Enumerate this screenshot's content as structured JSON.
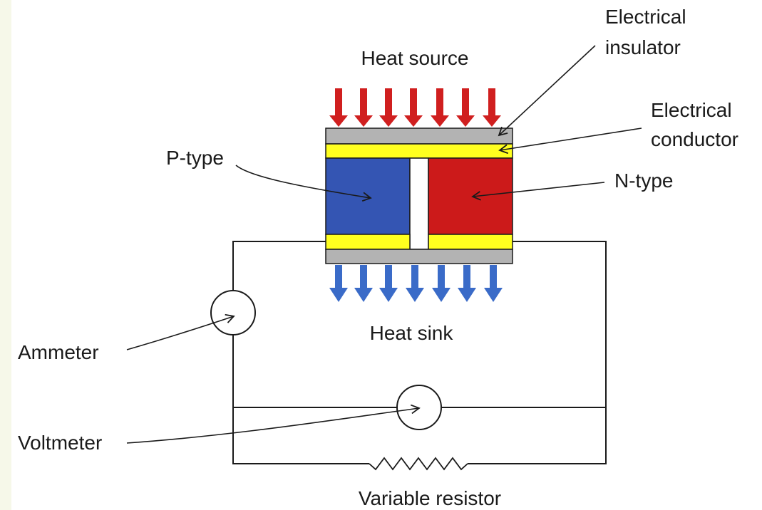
{
  "labels": {
    "heat_source": "Heat source",
    "heat_sink": "Heat sink",
    "electrical_insulator_line1": "Electrical",
    "electrical_insulator_line2": "insulator",
    "electrical_conductor_line1": "Electrical",
    "electrical_conductor_line2": "conductor",
    "p_type": "P-type",
    "n_type": "N-type",
    "ammeter": "Ammeter",
    "voltmeter": "Voltmeter",
    "variable_resistor": "Variable resistor"
  },
  "colors": {
    "background": "#f6f8e9",
    "panel": "#ffffff",
    "heat_arrow": "#d01f1f",
    "cool_arrow": "#3a6bc8",
    "insulator": "#b3b3b3",
    "conductor": "#ffff1f",
    "p_type": "#3455b3",
    "n_type": "#cc1a1a",
    "wire": "#1a1a1a"
  }
}
